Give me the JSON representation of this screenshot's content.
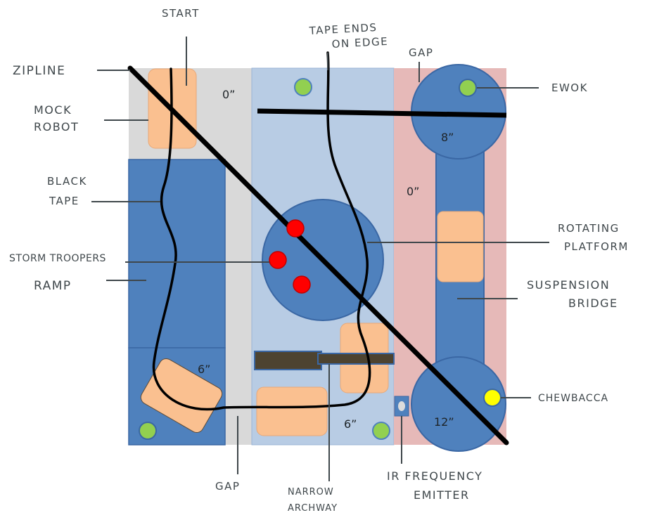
{
  "labels": {
    "start": "START",
    "tape_ends_line1": "TAPE ENDS",
    "tape_ends_line2": "ON EDGE",
    "gap_top": "GAP",
    "zipline": "ZIPLINE",
    "ewok": "EWOK",
    "mock_robot_line1": "MOCK",
    "mock_robot_line2": "ROBOT",
    "black_tape_line1": "BLACK",
    "black_tape_line2": "TAPE",
    "rotating_platform_line1": "ROTATING",
    "rotating_platform_line2": "PLATFORM",
    "storm_troopers": "STORM TROOPERS",
    "ramp": "RAMP",
    "suspension_bridge_line1": "SUSPENSION",
    "suspension_bridge_line2": "BRIDGE",
    "chewbacca": "CHEWBACCA",
    "gap_bottom": "GAP",
    "narrow_archway_line1": "NARROW",
    "narrow_archway_line2": "ARCHWAY",
    "ir_emitter_line1": "IR FREQUENCY",
    "ir_emitter_line2": "EMITTER"
  },
  "heights": {
    "start_area": "0”",
    "top_platform": "8”",
    "right_lane": "0”",
    "ramp_bottom": "6”",
    "middle_bottom": "6”",
    "bottom_platform": "12”"
  },
  "colors": {
    "light_gray": "#d9d9d9",
    "light_blue": "#b8cce4",
    "pink": "#e6b9b8",
    "blue": "#4f81bd",
    "dark_blue": "#3a67a4",
    "peach": "#fac090",
    "green": "#92d050",
    "red": "#ff0000",
    "yellow": "#ffff00",
    "archway": "#4d4330",
    "tape": "#000000"
  }
}
